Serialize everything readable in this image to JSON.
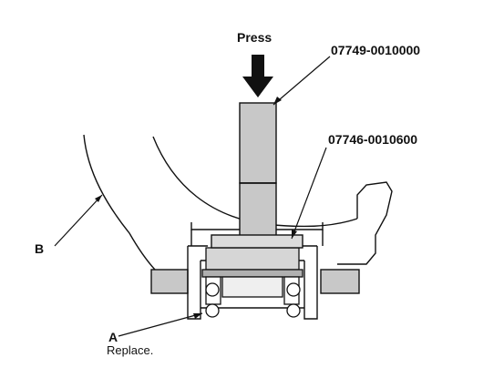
{
  "labels": {
    "press": "Press",
    "tool_upper": "07749-0010000",
    "tool_lower": "07746-0010600",
    "part_b": "B",
    "part_a": "A",
    "note_a": "Replace."
  },
  "colors": {
    "line": "#111111",
    "gray": "#c8c8c8",
    "dark_gray": "#9a9a9a",
    "background": "#ffffff"
  }
}
